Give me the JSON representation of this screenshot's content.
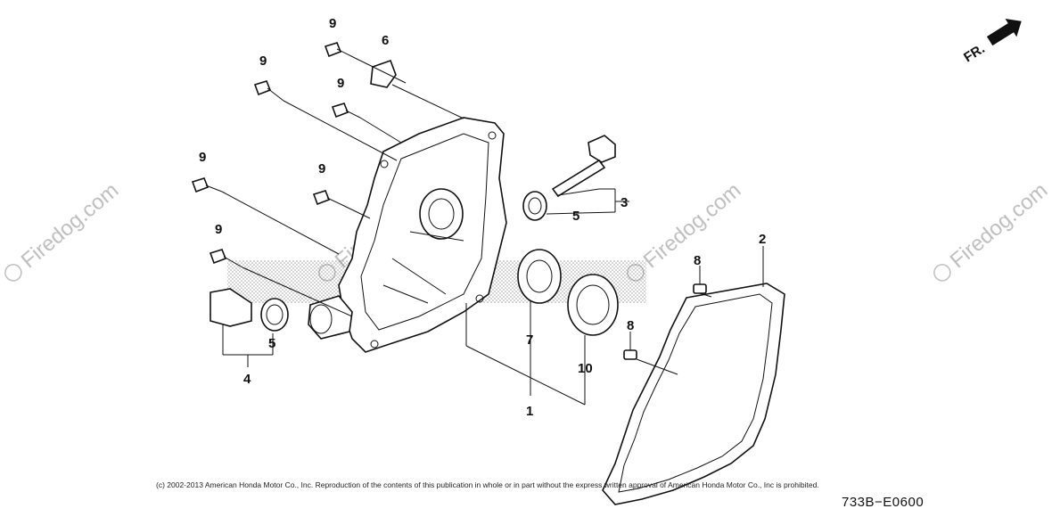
{
  "watermark": {
    "text": "Firedog.com",
    "symbol": "©"
  },
  "direction_label": "FR.",
  "callouts": {
    "c1": "1",
    "c2": "2",
    "c3": "3",
    "c4": "4",
    "c5a": "5",
    "c5b": "5",
    "c6": "6",
    "c7": "7",
    "c8a": "8",
    "c8b": "8",
    "c9a": "9",
    "c9b": "9",
    "c9c": "9",
    "c9d": "9",
    "c9e": "9",
    "c9f": "9",
    "c10": "10"
  },
  "copyright": "(c) 2002-2013 American Honda Motor Co., Inc. Reproduction of the contents of this publication in whole or in part without the express written approval of American Honda Motor Co., Inc is prohibited.",
  "diagram_code": "733B−E0600"
}
